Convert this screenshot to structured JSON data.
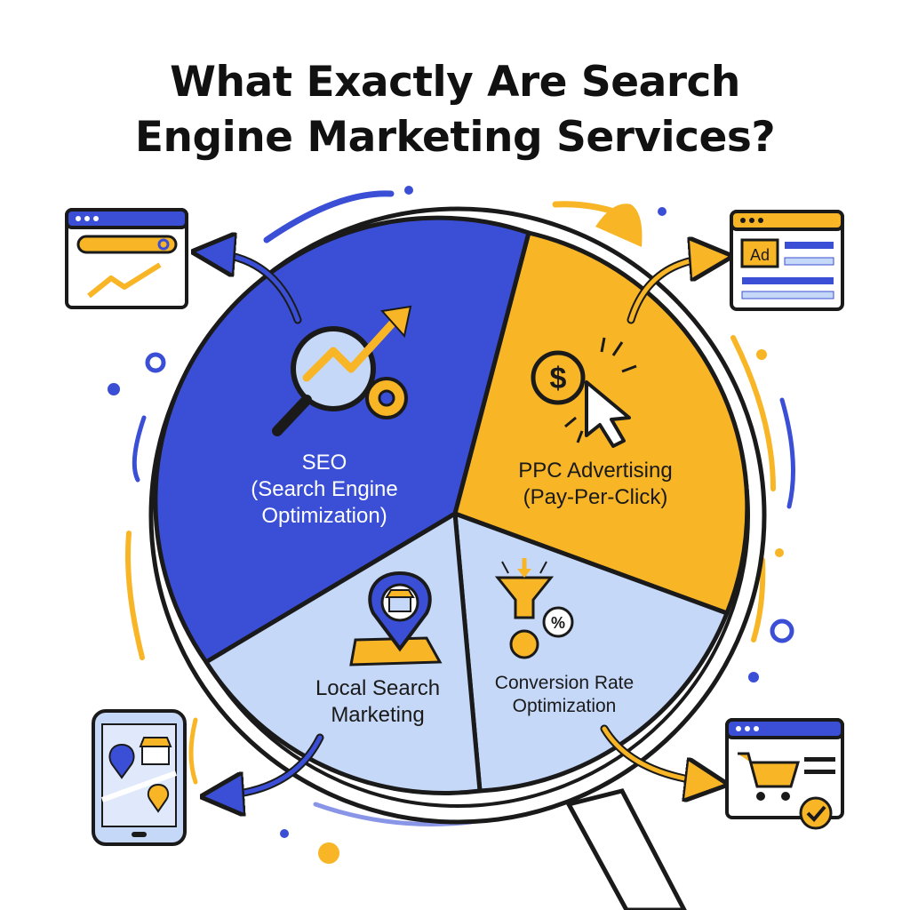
{
  "title": {
    "line1": "What Exactly Are Search",
    "line2": "Engine Marketing Services?"
  },
  "segments": [
    {
      "id": "seo",
      "label_lines": [
        "SEO",
        "(Search Engine",
        "Optimization)"
      ],
      "color": "#3a4fd6",
      "text_color": "#ffffff",
      "icon": "magnifier-growth-gear-icon"
    },
    {
      "id": "ppc",
      "label_lines": [
        "PPC Advertising",
        "(Pay-Per-Click)"
      ],
      "color": "#f8b526",
      "text_color": "#1a1a1a",
      "icon": "dollar-cursor-click-icon"
    },
    {
      "id": "local",
      "label_lines": [
        "Local Search",
        "Marketing"
      ],
      "color": "#c6d8f7",
      "text_color": "#1a1a1a",
      "icon": "map-pin-store-icon"
    },
    {
      "id": "cro",
      "label_lines": [
        "Conversion Rate",
        "Optimization"
      ],
      "color": "#c6d8f7",
      "text_color": "#1a1a1a",
      "icon": "funnel-percent-user-icon"
    }
  ],
  "corner_icons": {
    "top_left": "browser-search-growth-icon",
    "top_right": "browser-ad-icon",
    "bottom_left": "phone-map-icon",
    "bottom_right": "browser-cart-check-icon"
  },
  "ad_badge": "Ad",
  "colors": {
    "blue": "#3a4fd6",
    "yellow": "#f8b526",
    "light_blue": "#c6d8f7",
    "ink": "#1a1a1a"
  }
}
